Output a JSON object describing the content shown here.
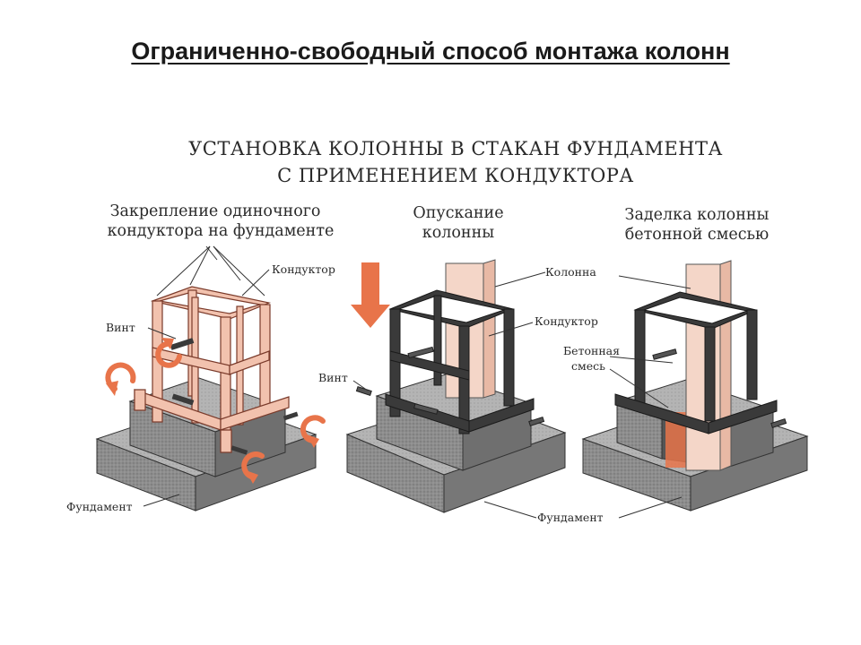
{
  "slide": {
    "title": "Ограниченно-свободный способ монтажа колонн"
  },
  "figure": {
    "header_line1": "УСТАНОВКА КОЛОННЫ В СТАКАН ФУНДАМЕНТА",
    "header_line2": "С ПРИМЕНЕНИЕМ КОНДУКТОРА",
    "panels": [
      {
        "caption_line1": "Закрепление одиночного",
        "caption_line2": "кондуктора на фундаменте",
        "labels": {
          "conductor": "Кондуктор",
          "screw": "Винт",
          "foundation": "Фундамент"
        }
      },
      {
        "caption_line1": "Опускание",
        "caption_line2": "колонны",
        "labels": {
          "column": "Колонна",
          "conductor": "Кондуктор",
          "screw": "Винт"
        }
      },
      {
        "caption_line1": "Заделка колонны",
        "caption_line2": "бетонной смесью",
        "labels": {
          "concrete_line1": "Бетонная",
          "concrete_line2": "смесь",
          "foundation": "Фундамент"
        }
      }
    ],
    "colors": {
      "conductor_pink": "#f2c2ae",
      "conductor_dark": "#3a3a3a",
      "column_pink": "#f4d6c8",
      "arrow_orange": "#e8744a",
      "concrete_gray": "#9a9a9a"
    }
  }
}
